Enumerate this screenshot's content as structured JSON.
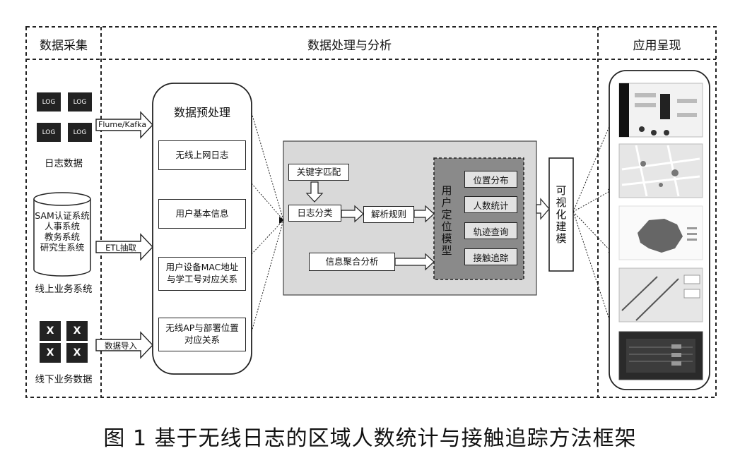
{
  "columns": {
    "collect": "数据采集",
    "process": "数据处理与分析",
    "present": "应用呈现"
  },
  "sources": {
    "log_icon_text": "LOG",
    "log_label": "日志数据",
    "db_lines": [
      "SAM认证系统",
      "人事系统",
      "教务系统",
      "研究生系统"
    ],
    "online_label": "线上业务系统",
    "offline_label": "线下业务数据"
  },
  "arrows": {
    "flume": "Flume/Kafka",
    "etl": "ETL抽取",
    "import": "数据导入"
  },
  "preprocess": {
    "title": "数据预处理",
    "items": [
      "无线上网日志",
      "用户基本信息",
      "用户设备MAC地址\n与学工号对应关系",
      "无线AP与部署位置\n对应关系"
    ]
  },
  "analysis": {
    "keyword": "关键字匹配",
    "classify": "日志分类",
    "parse": "解析规则",
    "aggregate": "信息聚合分析",
    "model_title": "用户定位模型",
    "model_items": [
      "位置分布",
      "人数统计",
      "轨迹查询",
      "接触追踪"
    ]
  },
  "visual": "可视化建模",
  "caption": "图 1   基于无线日志的区域人数统计与接触追踪方法框架"
}
